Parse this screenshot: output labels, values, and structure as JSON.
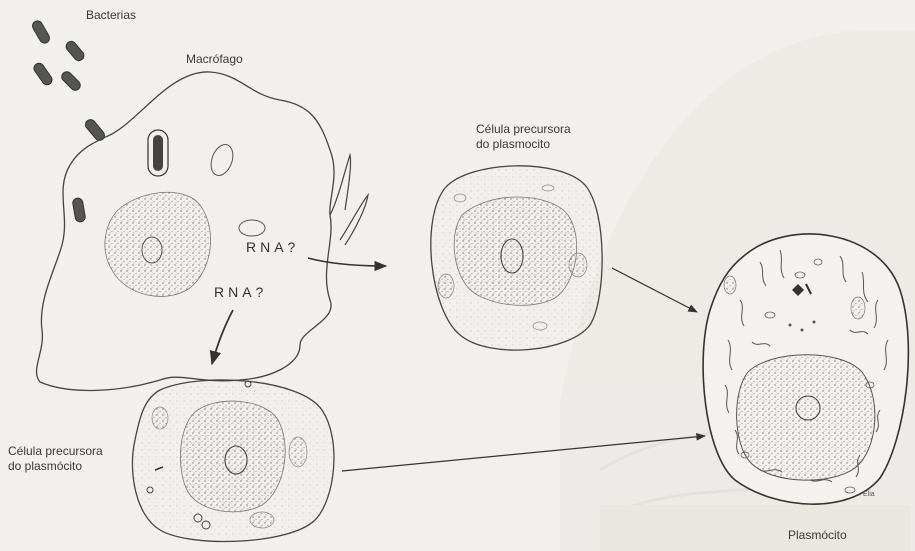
{
  "labels": {
    "bacterias": "Bacterias",
    "macrofago": "Macrófago",
    "rna_1": "RNA?",
    "rna_2": "RNA?",
    "precursor_top_line1": "Célula precursora",
    "precursor_top_line2": "do plasmocito",
    "precursor_bottom_line1": "Célula precursora",
    "precursor_bottom_line2": "do plasmócito",
    "plasmocito": "Plasmócito",
    "signature": "Elia"
  },
  "colors": {
    "ink": "#3a3a3a",
    "paper": "#f2f0ec",
    "stipple": "#8a8a8a"
  }
}
